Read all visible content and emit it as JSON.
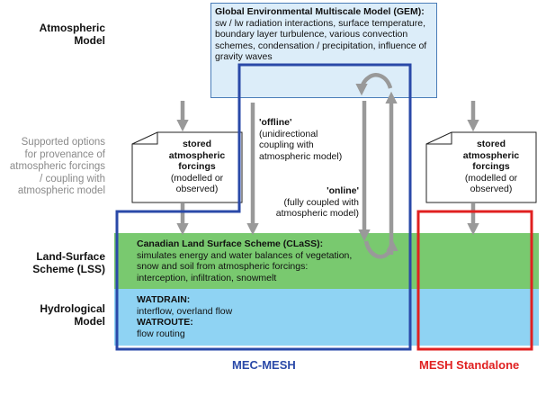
{
  "rows": {
    "atmospheric": [
      "Atmospheric",
      "Model"
    ],
    "options": [
      "Supported options",
      "for provenance of",
      "atmospheric forcings",
      "/ coupling with",
      "atmospheric model"
    ],
    "lss": [
      "Land-Surface",
      "Scheme (LSS)"
    ],
    "hydro": [
      "Hydrological",
      "Model"
    ]
  },
  "gem": {
    "title": "Global Environmental Multiscale Model (GEM):",
    "lines": [
      "sw / lw radiation interactions,  surface temperature,",
      "boundary layer turbulence, various convection",
      "schemes, condensation / precipitation, influence of",
      "gravity waves"
    ]
  },
  "stored_left": {
    "bold": [
      "stored",
      "atmospheric",
      "forcings"
    ],
    "normal": [
      "(modelled or",
      "observed)"
    ]
  },
  "stored_right": {
    "bold": [
      "stored",
      "atmospheric",
      "forcings"
    ],
    "normal": [
      "(modelled or",
      "observed)"
    ]
  },
  "offline": {
    "title": "'offline'",
    "lines": [
      "(unidirectional",
      "coupling with",
      "atmospheric model)"
    ]
  },
  "online": {
    "title": "'online'",
    "lines": [
      "(fully coupled with",
      "atmospheric model)"
    ]
  },
  "class": {
    "title": "Canadian Land Surface Scheme (CLaSS):",
    "lines": [
      "simulates energy and water balances of vegetation,",
      "snow and soil from atmospheric forcings:",
      "interception, infiltration, snowmelt"
    ]
  },
  "watdrain": {
    "title": "WATDRAIN:",
    "line": "interflow, overland flow"
  },
  "watroute": {
    "title": "WATROUTE:",
    "line": "flow routing"
  },
  "labels": {
    "mec": "MEC-MESH",
    "standalone": "MESH Standalone"
  },
  "colors": {
    "mec_outline": "#2a49a8",
    "standalone_outline": "#e02020",
    "arrow": "#999999",
    "lss_band": "#79c96f",
    "hydro_band": "#8fd3f3",
    "gem_fill": "#dcedf9"
  }
}
